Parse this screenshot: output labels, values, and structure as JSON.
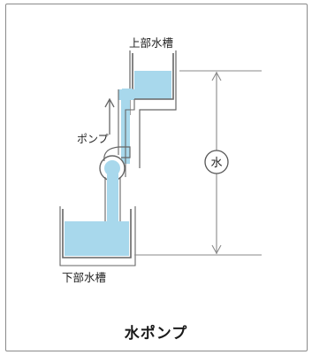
{
  "labels": {
    "upper_tank": "上部水槽",
    "lower_tank": "下部水槽",
    "pump": "ポンプ",
    "height": "水"
  },
  "caption": "水ポンプ",
  "colors": {
    "water": "#a8d8ec",
    "wall": "#666666",
    "guide": "#8a8a8a",
    "text": "#222222"
  }
}
